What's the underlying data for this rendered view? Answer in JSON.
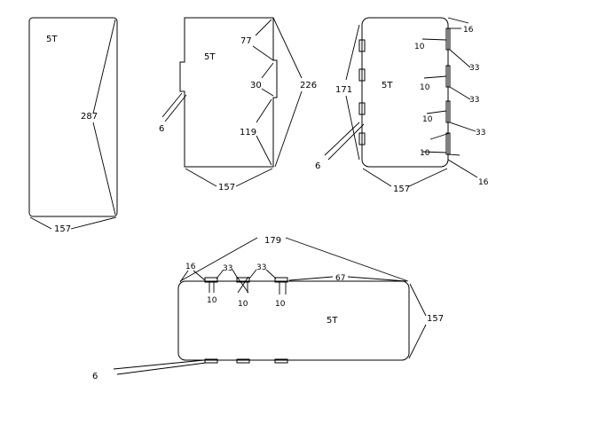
{
  "colors": {
    "line": "#000000",
    "background": "#ffffff"
  },
  "views": {
    "left": {
      "material": "5T",
      "dims": {
        "height": "287",
        "width": "157"
      }
    },
    "middle": {
      "material": "5T",
      "dims": {
        "top": "77",
        "notch": "30",
        "overall": "226",
        "bottom": "119",
        "width": "157",
        "notch_depth": "6"
      }
    },
    "right": {
      "material": "5T",
      "dims": {
        "end_top": "16",
        "slot_1": "10",
        "gap_1": "33",
        "slot_2": "10",
        "gap_2": "33",
        "slot_3": "10",
        "gap_3": "33",
        "slot_4": "10",
        "end_bottom": "16",
        "span": "171",
        "width": "157",
        "depth": "6"
      }
    },
    "bottom": {
      "material": "5T",
      "dims": {
        "overall": "179",
        "end": "16",
        "gap_1": "33",
        "gap_2": "33",
        "remaining": "67",
        "slot_1": "10",
        "slot_2": "10",
        "slot_3": "10",
        "height": "157",
        "depth": "6"
      }
    }
  }
}
